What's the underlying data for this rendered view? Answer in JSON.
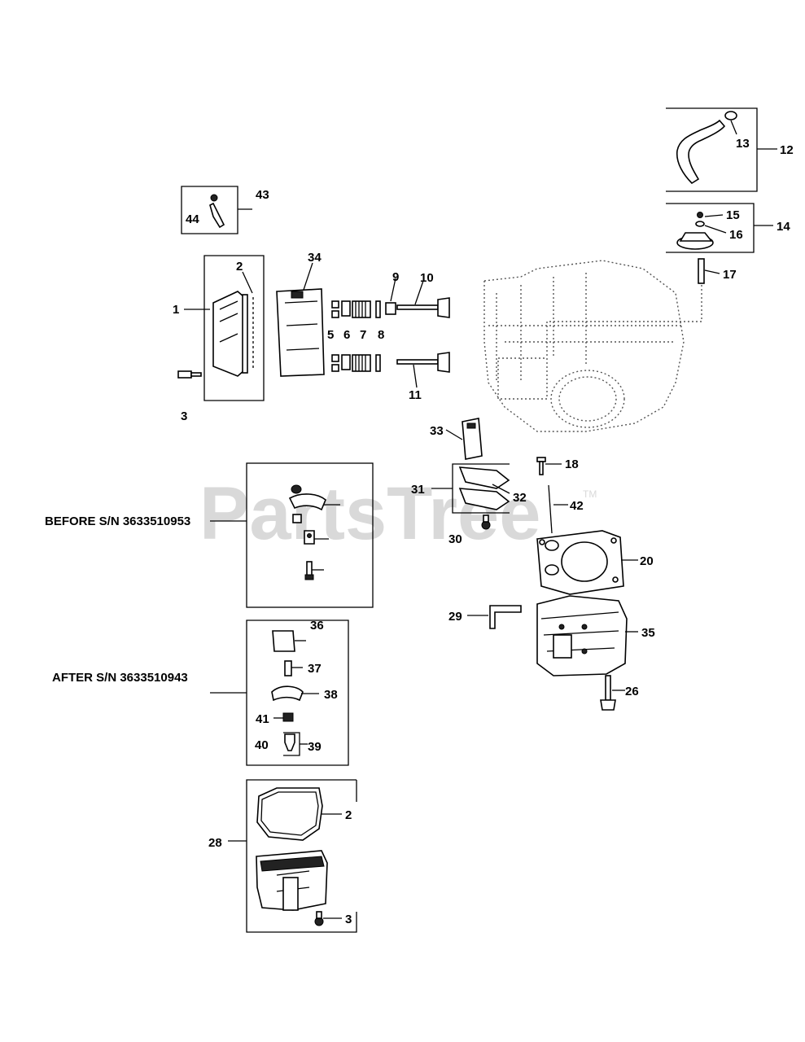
{
  "watermark": {
    "text": "PartsTree",
    "tm": "TM"
  },
  "section_labels": {
    "before": "BEFORE S/N 3633510953",
    "after": "AFTER S/N 3633510943"
  },
  "callouts": {
    "c1": "1",
    "c2a": "2",
    "c3a": "3",
    "c5": "5",
    "c6": "6",
    "c7": "7",
    "c8": "8",
    "c9": "9",
    "c10": "10",
    "c11": "11",
    "c12": "12",
    "c13": "13",
    "c14": "14",
    "c15": "15",
    "c16": "16",
    "c17": "17",
    "c18": "18",
    "c20": "20",
    "c26": "26",
    "c28": "28",
    "c2b": "2",
    "c3b": "3",
    "c29": "29",
    "c30": "30",
    "c31": "31",
    "c32": "32",
    "c33": "33",
    "c34": "34",
    "c35": "35",
    "c36": "36",
    "c37": "37",
    "c38": "38",
    "c39": "39",
    "c40": "40",
    "c41": "41",
    "c42": "42",
    "c43": "43",
    "c44": "44"
  }
}
